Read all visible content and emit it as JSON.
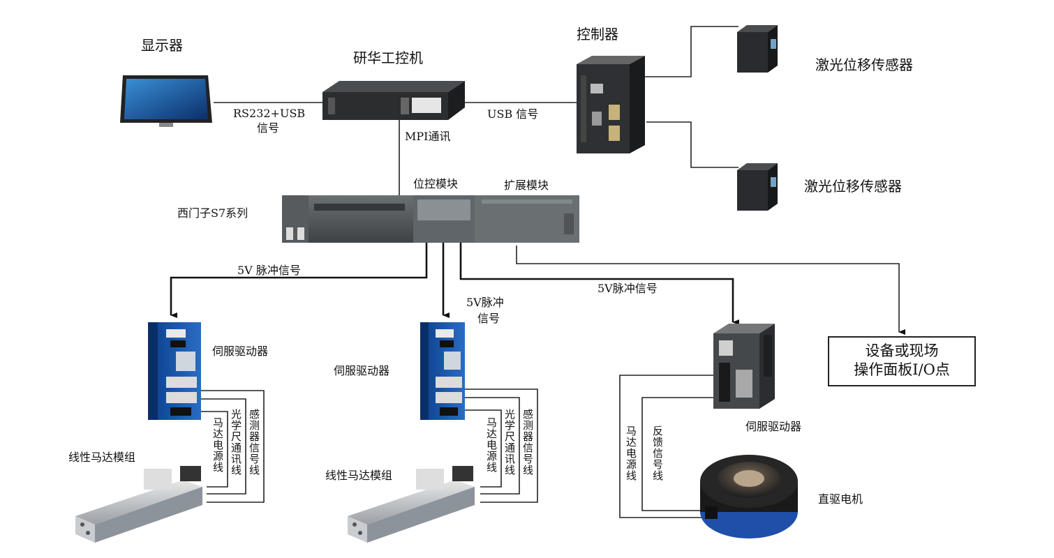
{
  "labels": {
    "monitor": "显示器",
    "ipc": "研华工控机",
    "controller": "控制器",
    "laser1": "激光位移传感器",
    "laser2": "激光位移传感器",
    "rs232_line1": "RS232+USB",
    "rs232_line2": "信号",
    "usb_signal": "USB 信号",
    "mpi": "MPI通讯",
    "position_module": "位控模块",
    "expansion_module": "扩展模块",
    "plc": "西门子S7系列",
    "pulse_left": "5V 脉冲信号",
    "pulse_mid_line1": "5V脉冲",
    "pulse_mid_line2": "信号",
    "pulse_right": "5V脉冲信号",
    "servo1": "伺服驱动器",
    "servo2": "伺服驱动器",
    "servo3": "伺服驱动器",
    "io_line1": "设备或现场",
    "io_line2": "操作面板I/O点",
    "linear1": "线性马达模组",
    "linear2": "线性马达模组",
    "direct_motor": "直驱电机",
    "motor_power": "马达电源线",
    "optical_scale": "光学尺通讯线",
    "sensor_signal": "感测器信号线",
    "feedback_signal": "反馈信号线"
  }
}
